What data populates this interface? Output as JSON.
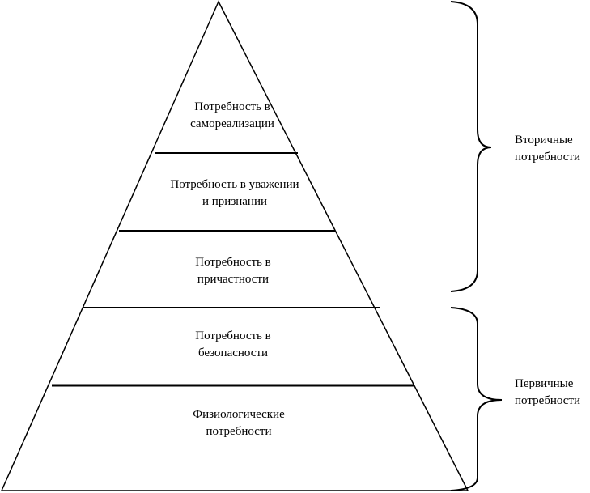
{
  "pyramid": {
    "levels": [
      {
        "line1": "Потребность в",
        "line2": "самореализации"
      },
      {
        "line1": "Потребность в уважении",
        "line2": "и признании"
      },
      {
        "line1": "Потребность в",
        "line2": "причастности"
      },
      {
        "line1": "Потребность в",
        "line2": "безопасности"
      },
      {
        "line1": "Физиологические",
        "line2": "потребности"
      }
    ]
  },
  "groups": {
    "secondary": {
      "line1": "Вторичные",
      "line2": "потребности"
    },
    "primary": {
      "line1": "Первичные",
      "line2": "потребности"
    }
  }
}
